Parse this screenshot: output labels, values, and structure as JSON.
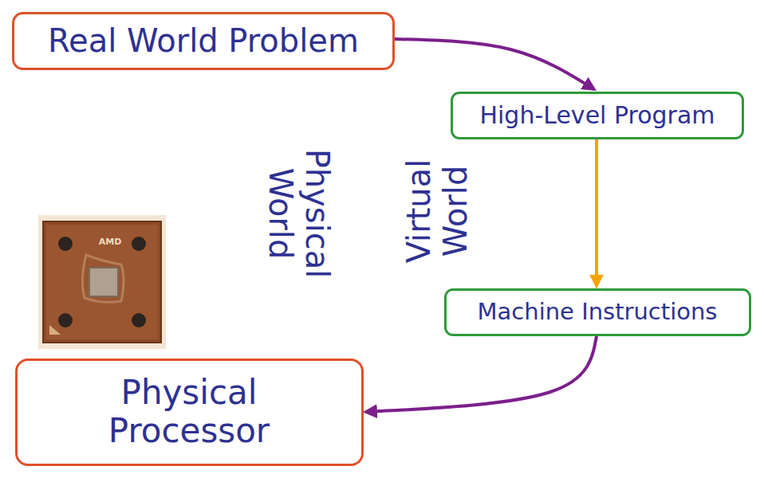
{
  "diagram": {
    "nodes": [
      {
        "text": [
          "Real World Problem"
        ]
      },
      {
        "text": [
          "High-Level Program"
        ]
      },
      {
        "text": [
          "Machine Instructions"
        ]
      },
      {
        "text": [
          "Physical Processor"
        ]
      }
    ],
    "edges": [
      {
        "from": 0,
        "to": 1,
        "arrow": "to"
      },
      {
        "from": 1,
        "to": 2,
        "arrow": "to"
      },
      {
        "from": 2,
        "to": 3,
        "arrow": "to"
      }
    ],
    "labels": [
      "Physical World",
      "Virtual World",
      "AMD"
    ]
  }
}
